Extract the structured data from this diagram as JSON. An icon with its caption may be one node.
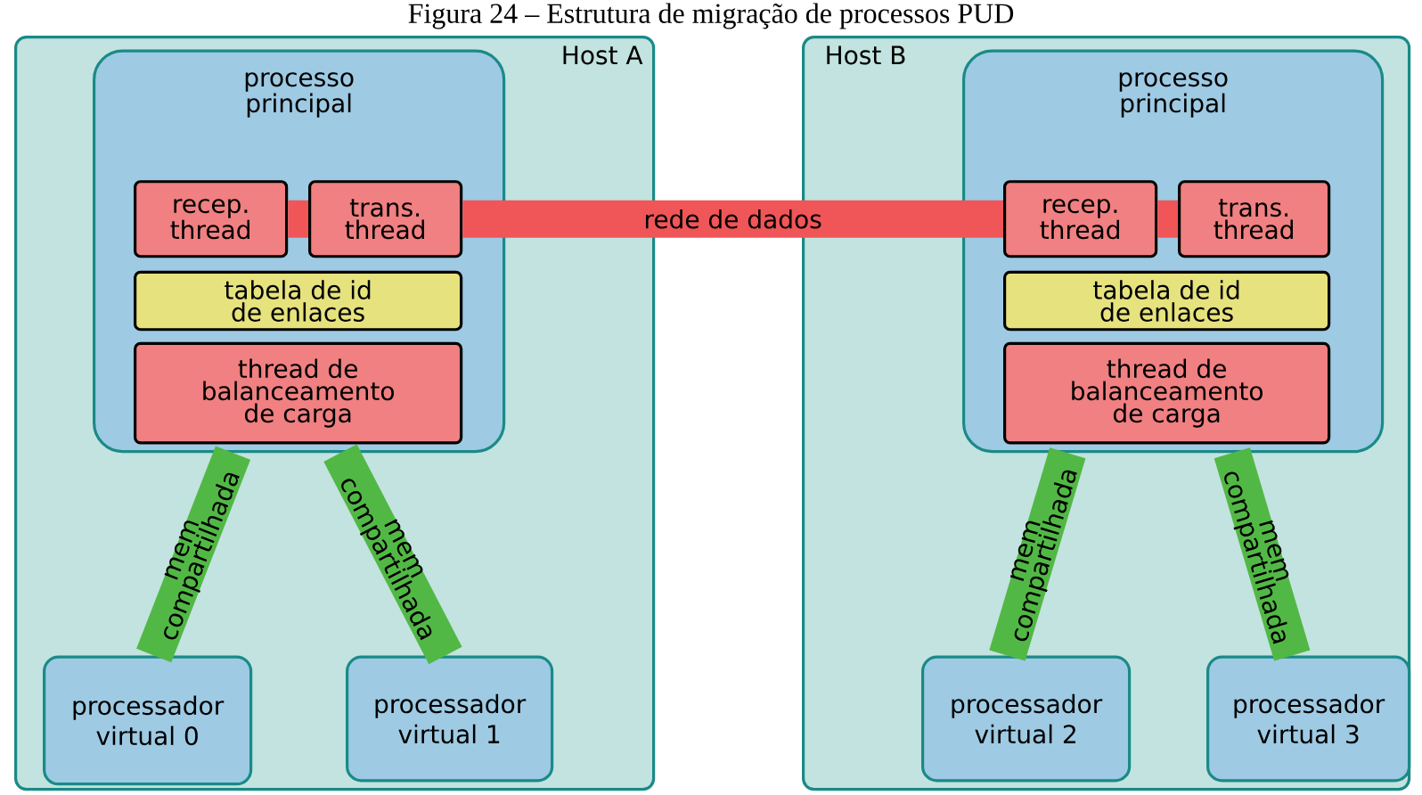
{
  "diagram": {
    "title": "Figura 24 – Estrutura de migração de processos PUD",
    "nodes": [
      {
        "text": [
          "Host A"
        ]
      },
      {
        "text": [
          "processo principal"
        ],
        "in": 0
      },
      {
        "text": [
          "recep. thread"
        ],
        "in": 1
      },
      {
        "text": [
          "trans. thread"
        ],
        "in": 1
      },
      {
        "text": [
          "tabela de id de enlaces"
        ],
        "in": 1
      },
      {
        "text": [
          "thread de balanceamento de carga"
        ],
        "in": 1
      },
      {
        "text": [
          "processador virtual 0"
        ],
        "in": 0
      },
      {
        "text": [
          "processador virtual 1"
        ],
        "in": 0
      },
      {
        "text": [
          "Host B"
        ]
      },
      {
        "text": [
          "processo principal"
        ],
        "in": 8
      },
      {
        "text": [
          "recep. thread"
        ],
        "in": 9
      },
      {
        "text": [
          "trans. thread"
        ],
        "in": 9
      },
      {
        "text": [
          "tabela de id de enlaces"
        ],
        "in": 9
      },
      {
        "text": [
          "thread de balanceamento de carga"
        ],
        "in": 9
      },
      {
        "text": [
          "processador virtual 2"
        ],
        "in": 8
      },
      {
        "text": [
          "processador virtual 3"
        ],
        "in": 8
      }
    ],
    "edges": [
      {
        "from": 2,
        "to": 3,
        "arrow": "none",
        "color": "#f05558"
      },
      {
        "from": 3,
        "to": 10,
        "label": "rede de dados",
        "arrow": "none",
        "color": "#f05558"
      },
      {
        "from": 10,
        "to": 11,
        "arrow": "none",
        "color": "#f05558"
      },
      {
        "from": 1,
        "to": 6,
        "label": "mem compartilhada",
        "arrow": "none",
        "color": "#52b845"
      },
      {
        "from": 1,
        "to": 7,
        "label": "mem compartilhada",
        "arrow": "none",
        "color": "#52b845"
      },
      {
        "from": 9,
        "to": 14,
        "label": "mem compartilhada",
        "arrow": "none",
        "color": "#52b845"
      },
      {
        "from": 9,
        "to": 15,
        "label": "mem compartilhada",
        "arrow": "none",
        "color": "#52b845"
      }
    ]
  }
}
